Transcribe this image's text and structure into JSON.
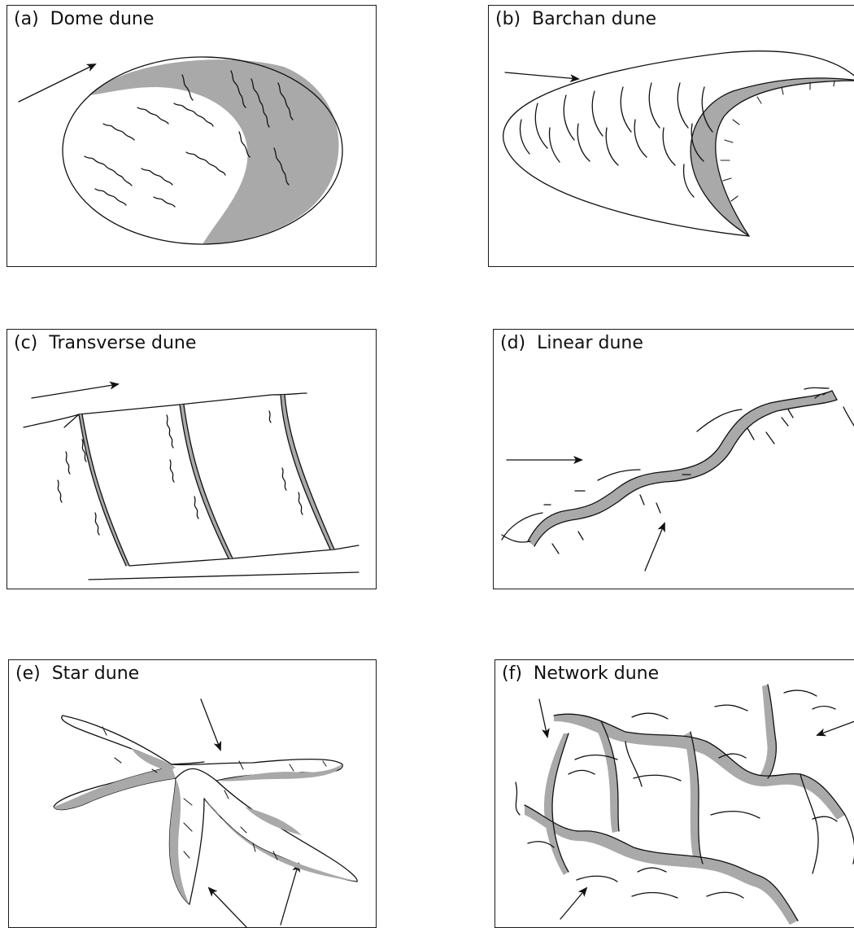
{
  "figure": {
    "panels": [
      {
        "id": "a",
        "label": "(a)  Dome dune"
      },
      {
        "id": "b",
        "label": "(b)  Barchan dune"
      },
      {
        "id": "c",
        "label": "(c)  Transverse dune"
      },
      {
        "id": "d",
        "label": "(d)  Linear dune"
      },
      {
        "id": "e",
        "label": "(e)  Star dune"
      },
      {
        "id": "f",
        "label": "(f)  Network dune"
      }
    ],
    "colors": {
      "border": "#1a1a1a",
      "shade": "#a9a9a9",
      "ink": "#111111"
    },
    "icons": [
      "wind-arrow"
    ]
  }
}
